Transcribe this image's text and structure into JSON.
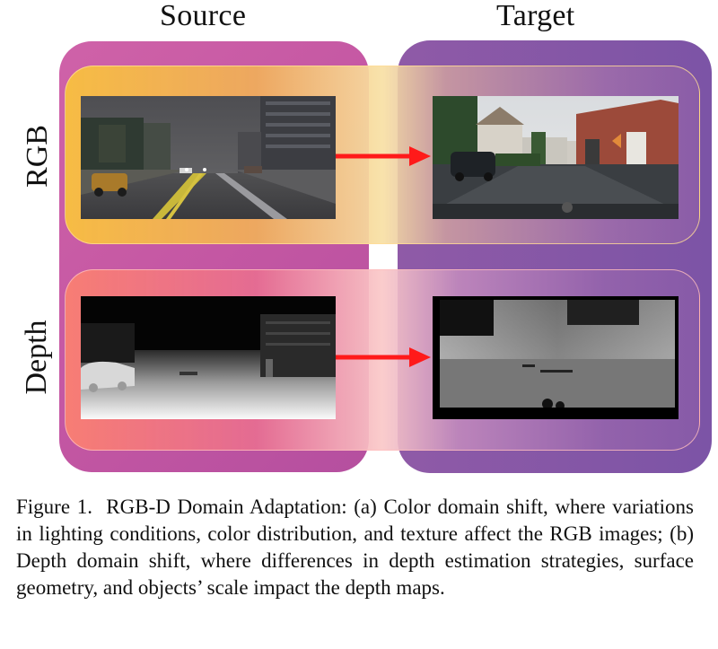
{
  "figure": {
    "col_source": "Source",
    "col_target": "Target",
    "row_rgb": "RGB",
    "row_depth": "Depth",
    "colors": {
      "source_bg": "#c357a4",
      "target_bg": "#7d55a6",
      "rgb_band_left": "#f6be44",
      "depth_band_left": "#f77c72",
      "arrow": "#ff1a1a"
    },
    "panels": {
      "rgb_source": {
        "icon": "synthetic-street-scene-image"
      },
      "rgb_target": {
        "icon": "real-street-scene-image"
      },
      "depth_source": {
        "icon": "synthetic-depth-map-image"
      },
      "depth_target": {
        "icon": "real-depth-map-image"
      }
    }
  },
  "caption": {
    "label": "Figure 1.",
    "text": "RGB-D Domain Adaptation: (a) Color domain shift, where variations in lighting conditions, color distribution, and texture affect the RGB images; (b) Depth domain shift, where differences in depth estimation strategies, surface geometry, and objects’ scale impact the depth maps."
  }
}
